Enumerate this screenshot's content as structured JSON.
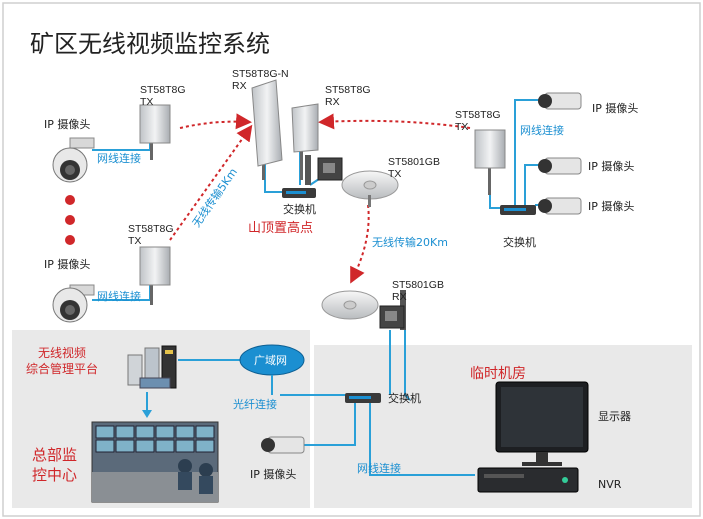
{
  "title": "矿区无线视频监控系统",
  "colors": {
    "red": "#d0272a",
    "blue": "#1b8fd1",
    "cable": "#2aa0d8",
    "panel": "#e9e9e9"
  },
  "labels": {
    "ip_camera": "IP 摄像头",
    "cable_link": "网线连接",
    "wireless_5km": "无线传输5Km",
    "wireless_20km": "无线传输20Km",
    "fiber_link": "光纤连接",
    "switch": "交换机",
    "wan": "广域网",
    "mountain_top": "山顶置高点",
    "platform_line1": "无线视频",
    "platform_line2": "综合管理平台",
    "hq_line1": "总部监",
    "hq_line2": "控中心",
    "temp_room": "临时机房",
    "display": "显示器",
    "nvr": "NVR"
  },
  "devices": {
    "st58_tx": "ST58T8G",
    "st58n_rx": "ST58T8G-N",
    "st58_rx": "ST58T8G",
    "st5801": "ST5801GB",
    "tx": "TX",
    "rx": "RX"
  }
}
